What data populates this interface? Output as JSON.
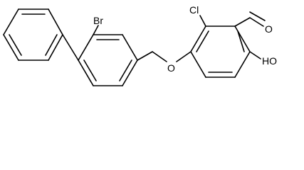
{
  "molecule": {
    "atom_labels": {
      "br": "Br",
      "cl": "Cl",
      "o_ether": "O",
      "o_aldehyde": "O",
      "oh": "HO"
    }
  },
  "colors": {
    "bond": "#000000",
    "text": "#000000",
    "background": "#ffffff"
  }
}
